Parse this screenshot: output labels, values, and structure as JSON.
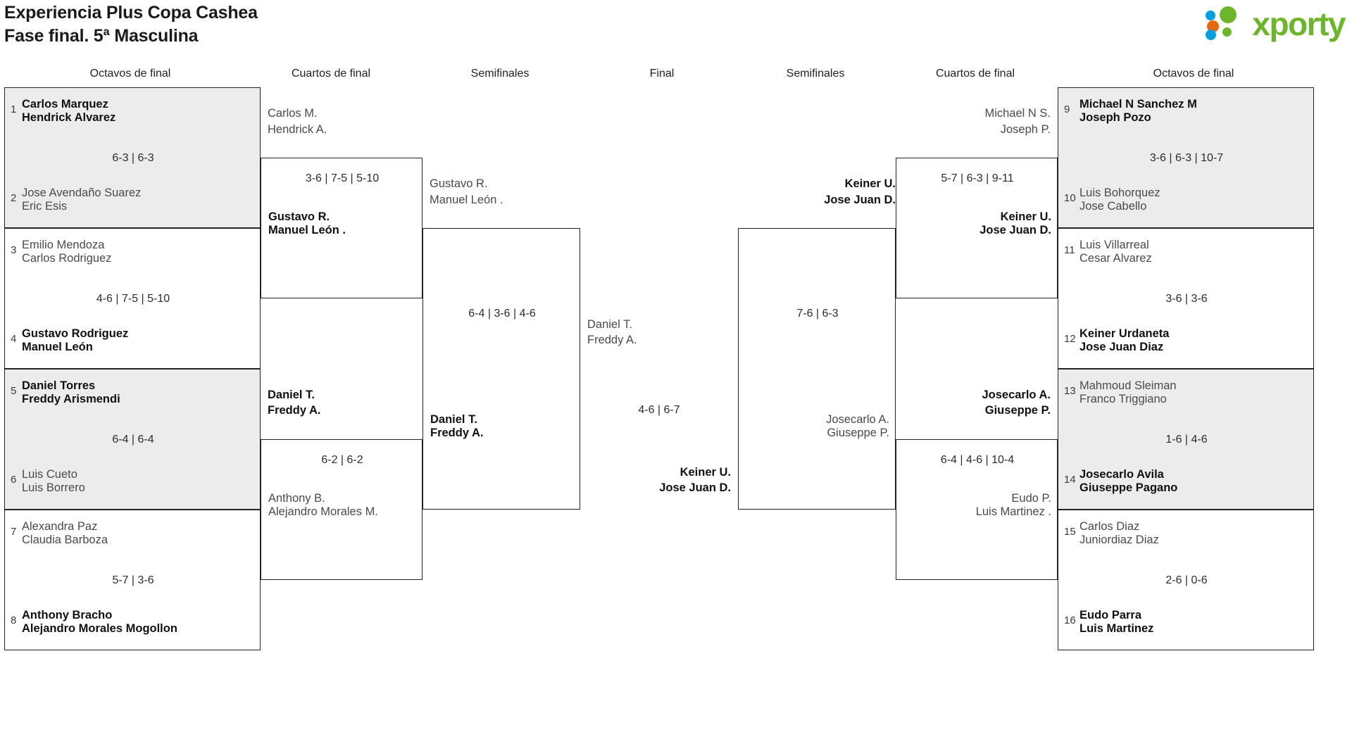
{
  "header": {
    "title_line1": "Experiencia Plus Copa Cashea",
    "title_line2": "Fase final. 5ª Masculina",
    "logo_text": "xporty",
    "logo_colors": {
      "green": "#6cb52d",
      "blue": "#009ee0",
      "orange": "#e8690b"
    }
  },
  "round_headers": [
    {
      "label": "Octavos de final"
    },
    {
      "label": "Cuartos de final"
    },
    {
      "label": "Semifinales"
    },
    {
      "label": "Final"
    },
    {
      "label": "Semifinales"
    },
    {
      "label": "Cuartos de final"
    },
    {
      "label": "Octavos de final"
    }
  ],
  "bracket": {
    "left": {
      "octavos": [
        {
          "seed_top": "1",
          "top": {
            "p1": "Carlos Marquez",
            "p2": "Hendrick Alvarez",
            "winner": true
          },
          "seed_bot": "2",
          "bot": {
            "p1": "Jose Avendaño Suarez",
            "p2": "Eric Esis",
            "winner": false
          },
          "score": "6-3 | 6-3",
          "shaded": true
        },
        {
          "seed_top": "3",
          "top": {
            "p1": "Emilio Mendoza",
            "p2": "Carlos Rodriguez",
            "winner": false
          },
          "seed_bot": "4",
          "bot": {
            "p1": "Gustavo Rodriguez",
            "p2": "Manuel León",
            "winner": true
          },
          "score": "4-6 | 7-5 | 5-10",
          "shaded": false
        },
        {
          "seed_top": "5",
          "top": {
            "p1": "Daniel Torres",
            "p2": "Freddy Arismendi",
            "winner": true
          },
          "seed_bot": "6",
          "bot": {
            "p1": "Luis Cueto",
            "p2": "Luis Borrero",
            "winner": false
          },
          "score": "6-4 | 6-4",
          "shaded": true
        },
        {
          "seed_top": "7",
          "top": {
            "p1": "Alexandra Paz",
            "p2": "Claudia Barboza",
            "winner": false
          },
          "seed_bot": "8",
          "bot": {
            "p1": "Anthony Bracho",
            "p2": "Alejandro Morales Mogollon",
            "winner": true
          },
          "score": "5-7 | 3-6",
          "shaded": false
        }
      ],
      "cuartos": [
        {
          "top": {
            "p1": "Carlos M.",
            "p2": "Hendrick A.",
            "winner": false
          },
          "bot": {
            "p1": "Gustavo R.",
            "p2": "Manuel León .",
            "winner": true
          },
          "score": "3-6 | 7-5 | 5-10"
        },
        {
          "top": {
            "p1": "Daniel T.",
            "p2": "Freddy A.",
            "winner": true
          },
          "bot": {
            "p1": "Anthony B.",
            "p2": "Alejandro Morales M.",
            "winner": false
          },
          "score": "6-2 | 6-2"
        }
      ],
      "semifinal": {
        "top": {
          "p1": "Gustavo R.",
          "p2": "Manuel León .",
          "winner": false
        },
        "bot": {
          "p1": "Daniel T.",
          "p2": "Freddy A.",
          "winner": true
        },
        "score": "6-4 | 3-6 | 4-6"
      }
    },
    "final": {
      "top": {
        "p1": "Daniel T.",
        "p2": "Freddy A.",
        "winner": false
      },
      "bot": {
        "p1": "Keiner U.",
        "p2": "Jose Juan D.",
        "winner": true
      },
      "score": "4-6 | 6-7"
    },
    "right": {
      "semifinal": {
        "top": {
          "p1": "Keiner U.",
          "p2": "Jose Juan D.",
          "winner": true
        },
        "bot": {
          "p1": "Josecarlo A.",
          "p2": "Giuseppe P.",
          "winner": false
        },
        "score": "7-6 | 6-3"
      },
      "cuartos": [
        {
          "top": {
            "p1": "Michael N S.",
            "p2": "Joseph P.",
            "winner": false
          },
          "bot": {
            "p1": "Keiner U.",
            "p2": "Jose Juan D.",
            "winner": true
          },
          "score": "5-7 | 6-3 | 9-11"
        },
        {
          "top": {
            "p1": "Josecarlo A.",
            "p2": "Giuseppe P.",
            "winner": true
          },
          "bot": {
            "p1": "Eudo P.",
            "p2": "Luis Martinez .",
            "winner": false
          },
          "score": "6-4 | 4-6 | 10-4"
        }
      ],
      "octavos": [
        {
          "seed_top": "9",
          "top": {
            "p1": "Michael N Sanchez M",
            "p2": "Joseph Pozo",
            "winner": true
          },
          "seed_bot": "10",
          "bot": {
            "p1": "Luis Bohorquez",
            "p2": "Jose Cabello",
            "winner": false
          },
          "score": "3-6 | 6-3 | 10-7",
          "shaded": true
        },
        {
          "seed_top": "11",
          "top": {
            "p1": "Luis Villarreal",
            "p2": "Cesar Alvarez",
            "winner": false
          },
          "seed_bot": "12",
          "bot": {
            "p1": "Keiner Urdaneta",
            "p2": "Jose Juan Diaz",
            "winner": true
          },
          "score": "3-6 | 3-6",
          "shaded": false
        },
        {
          "seed_top": "13",
          "top": {
            "p1": "Mahmoud Sleiman",
            "p2": "Franco Triggiano",
            "winner": false
          },
          "seed_bot": "14",
          "bot": {
            "p1": "Josecarlo Avila",
            "p2": "Giuseppe Pagano",
            "winner": true
          },
          "score": "1-6 | 4-6",
          "shaded": true
        },
        {
          "seed_top": "15",
          "top": {
            "p1": "Carlos Diaz",
            "p2": "Juniordiaz Diaz",
            "winner": false
          },
          "seed_bot": "16",
          "bot": {
            "p1": "Eudo Parra",
            "p2": "Luis Martinez",
            "winner": true
          },
          "score": "2-6 | 0-6",
          "shaded": false
        }
      ]
    }
  }
}
